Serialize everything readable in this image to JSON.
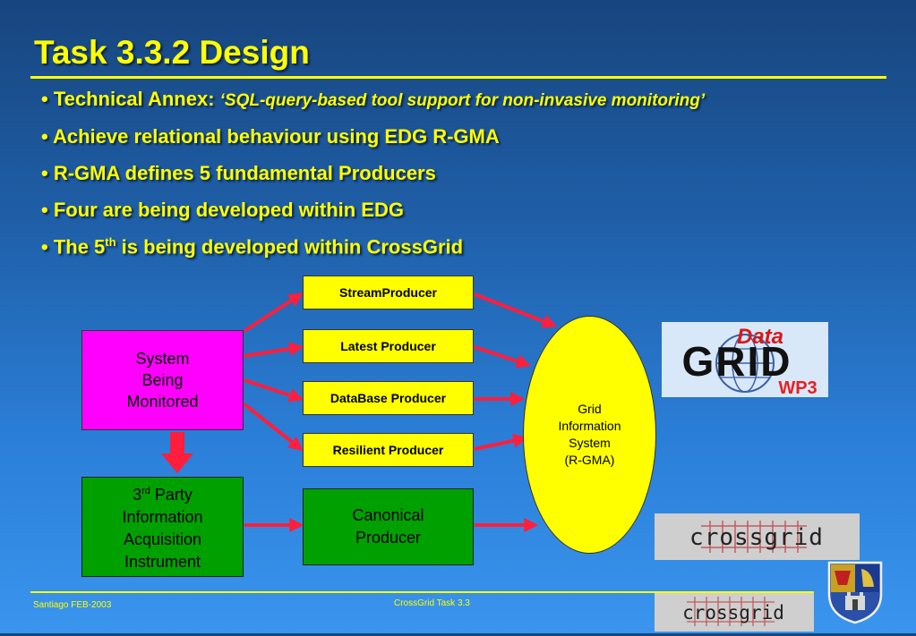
{
  "slide": {
    "title": "Task 3.3.2 Design",
    "bullets": {
      "b1_prefix": "• Technical Annex: ",
      "b1_italic": "‘SQL-query-based tool support for non-invasive monitoring’",
      "b2": "• Achieve relational behaviour using EDG R-GMA",
      "b3": "• R-GMA defines 5 fundamental Producers",
      "b4": "• Four are being developed within EDG",
      "b5_prefix": "• The 5",
      "b5_sup": "th",
      "b5_suffix": " is being developed within CrossGrid"
    }
  },
  "diagram": {
    "system": [
      "System",
      "Being",
      "Monitored"
    ],
    "third_party": {
      "num": "3",
      "sup": "rd",
      "line1_rest": " Party",
      "line2": "Information",
      "line3": "Acquisition",
      "line4": "Instrument"
    },
    "producers": [
      "StreamProducer",
      "Latest Producer",
      "DataBase Producer",
      "Resilient Producer"
    ],
    "canonical": [
      "Canonical",
      "Producer"
    ],
    "gis": [
      "Grid",
      "Information",
      "System",
      "(R-GMA)"
    ]
  },
  "logos": {
    "datagrid": {
      "word1": "Data",
      "word2": "GRID",
      "tag": "WP3"
    },
    "crossgrid": "crossgrid"
  },
  "footer": {
    "left": "Santiago FEB-2003",
    "center": "CrossGrid Task 3.3"
  },
  "colors": {
    "accent_text": "#ffff00",
    "arrow": "#ff1e3c",
    "system_box": "#ff00ff",
    "green_box": "#00a000",
    "producer_box": "#ffff00"
  }
}
